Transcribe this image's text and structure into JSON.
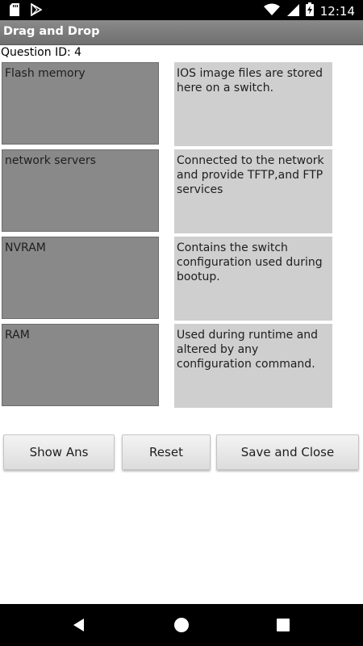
{
  "status_bar": {
    "time": "12:14",
    "left_icons": [
      "sd-card-icon",
      "play-store-icon"
    ],
    "right_icons": [
      "wifi-icon",
      "signal-icon",
      "battery-charging-icon"
    ]
  },
  "title_bar": {
    "title": "Drag and Drop"
  },
  "question": {
    "id_label": "Question ID: 4"
  },
  "terms": [
    {
      "label": "Flash memory"
    },
    {
      "label": "network servers"
    },
    {
      "label": "NVRAM"
    },
    {
      "label": "RAM"
    }
  ],
  "descriptions": [
    {
      "text": "IOS image files are stored here on a switch."
    },
    {
      "text": "Connected to the network and provide TFTP,and FTP services"
    },
    {
      "text": "Contains the switch configuration used during bootup."
    },
    {
      "text": "Used during runtime and altered by any configuration command."
    }
  ],
  "buttons": {
    "show_ans": "Show Ans",
    "reset": "Reset",
    "save_close": "Save and Close"
  },
  "nav_bar": {
    "icons": [
      "back-icon",
      "home-icon",
      "recents-icon"
    ]
  }
}
